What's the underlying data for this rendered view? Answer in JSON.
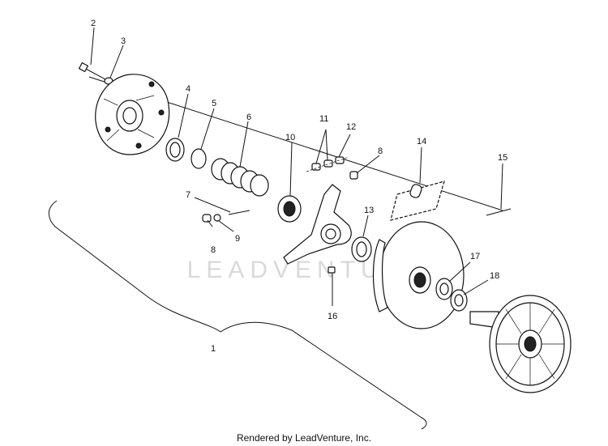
{
  "callouts": [
    {
      "id": "2",
      "label": "2"
    },
    {
      "id": "3",
      "label": "3"
    },
    {
      "id": "4",
      "label": "4"
    },
    {
      "id": "5",
      "label": "5"
    },
    {
      "id": "6",
      "label": "6"
    },
    {
      "id": "7",
      "label": "7"
    },
    {
      "id": "8a",
      "label": "8"
    },
    {
      "id": "9",
      "label": "9"
    },
    {
      "id": "10",
      "label": "10"
    },
    {
      "id": "11",
      "label": "11"
    },
    {
      "id": "12",
      "label": "12"
    },
    {
      "id": "8b",
      "label": "8"
    },
    {
      "id": "13",
      "label": "13"
    },
    {
      "id": "14",
      "label": "14"
    },
    {
      "id": "15",
      "label": "15"
    },
    {
      "id": "16",
      "label": "16"
    },
    {
      "id": "17",
      "label": "17"
    },
    {
      "id": "18",
      "label": "18"
    },
    {
      "id": "1",
      "label": "1"
    }
  ],
  "watermark": "LEADVENTURE",
  "footer": "Rendered by LeadVenture, Inc."
}
